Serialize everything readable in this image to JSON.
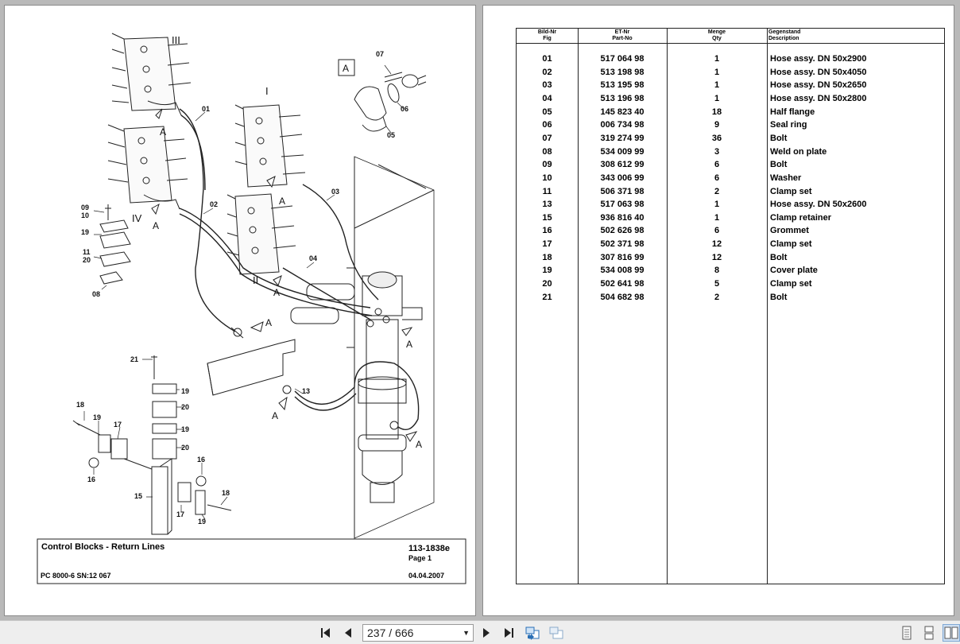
{
  "drawing": {
    "title": "Control Blocks - Return Lines",
    "drawing_no": "113-1838e",
    "page_label": "Page 1",
    "model": "PC 8000-6 SN:12 067",
    "date": "04.04.2007",
    "callouts": {
      "roman_1": "I",
      "roman_2": "II",
      "roman_3": "III",
      "roman_4": "IV",
      "view_a": "A",
      "n01": "01",
      "n02": "02",
      "n03": "03",
      "n04": "04",
      "n05": "05",
      "n06": "06",
      "n07": "07",
      "n08": "08",
      "n09": "09",
      "n10": "10",
      "n11": "11",
      "n13": "13",
      "n15": "15",
      "n16": "16",
      "n17": "17",
      "n18": "18",
      "n19": "19",
      "n20": "20",
      "n21": "21"
    }
  },
  "parts_table": {
    "headers": [
      {
        "de": "Bild-Nr",
        "en": "Fig"
      },
      {
        "de": "ET-Nr",
        "en": "Part-No"
      },
      {
        "de": "Menge",
        "en": "Qty"
      },
      {
        "de": "Gegenstand",
        "en": "Description"
      }
    ],
    "rows": [
      {
        "fig": "01",
        "part": "517 064 98",
        "qty": "1",
        "desc": "Hose assy. DN 50x2900"
      },
      {
        "fig": "02",
        "part": "513 198 98",
        "qty": "1",
        "desc": "Hose assy. DN 50x4050"
      },
      {
        "fig": "03",
        "part": "513 195 98",
        "qty": "1",
        "desc": "Hose assy. DN 50x2650"
      },
      {
        "fig": "04",
        "part": "513 196 98",
        "qty": "1",
        "desc": "Hose assy. DN 50x2800"
      },
      {
        "fig": "05",
        "part": "145 823 40",
        "qty": "18",
        "desc": "Half flange"
      },
      {
        "fig": "06",
        "part": "006 734 98",
        "qty": "9",
        "desc": "Seal ring"
      },
      {
        "fig": "07",
        "part": "319 274 99",
        "qty": "36",
        "desc": "Bolt"
      },
      {
        "fig": "08",
        "part": "534 009 99",
        "qty": "3",
        "desc": "Weld on plate"
      },
      {
        "fig": "09",
        "part": "308 612 99",
        "qty": "6",
        "desc": "Bolt"
      },
      {
        "fig": "10",
        "part": "343 006 99",
        "qty": "6",
        "desc": "Washer"
      },
      {
        "fig": "11",
        "part": "506 371 98",
        "qty": "2",
        "desc": "Clamp set"
      },
      {
        "fig": "13",
        "part": "517 063 98",
        "qty": "1",
        "desc": "Hose assy. DN 50x2600"
      },
      {
        "fig": "15",
        "part": "936 816 40",
        "qty": "1",
        "desc": "Clamp retainer"
      },
      {
        "fig": "16",
        "part": "502 626 98",
        "qty": "6",
        "desc": "Grommet"
      },
      {
        "fig": "17",
        "part": "502 371 98",
        "qty": "12",
        "desc": "Clamp set"
      },
      {
        "fig": "18",
        "part": "307 816 99",
        "qty": "12",
        "desc": "Bolt"
      },
      {
        "fig": "19",
        "part": "534 008 99",
        "qty": "8",
        "desc": "Cover plate"
      },
      {
        "fig": "20",
        "part": "502 641 98",
        "qty": "5",
        "desc": "Clamp set"
      },
      {
        "fig": "21",
        "part": "504 682 98",
        "qty": "2",
        "desc": "Bolt"
      }
    ]
  },
  "viewer": {
    "page_indicator": "237 / 666",
    "icons": {
      "first": "first-page-icon",
      "prev": "previous-page-icon",
      "next": "next-page-icon",
      "last": "last-page-icon"
    }
  }
}
